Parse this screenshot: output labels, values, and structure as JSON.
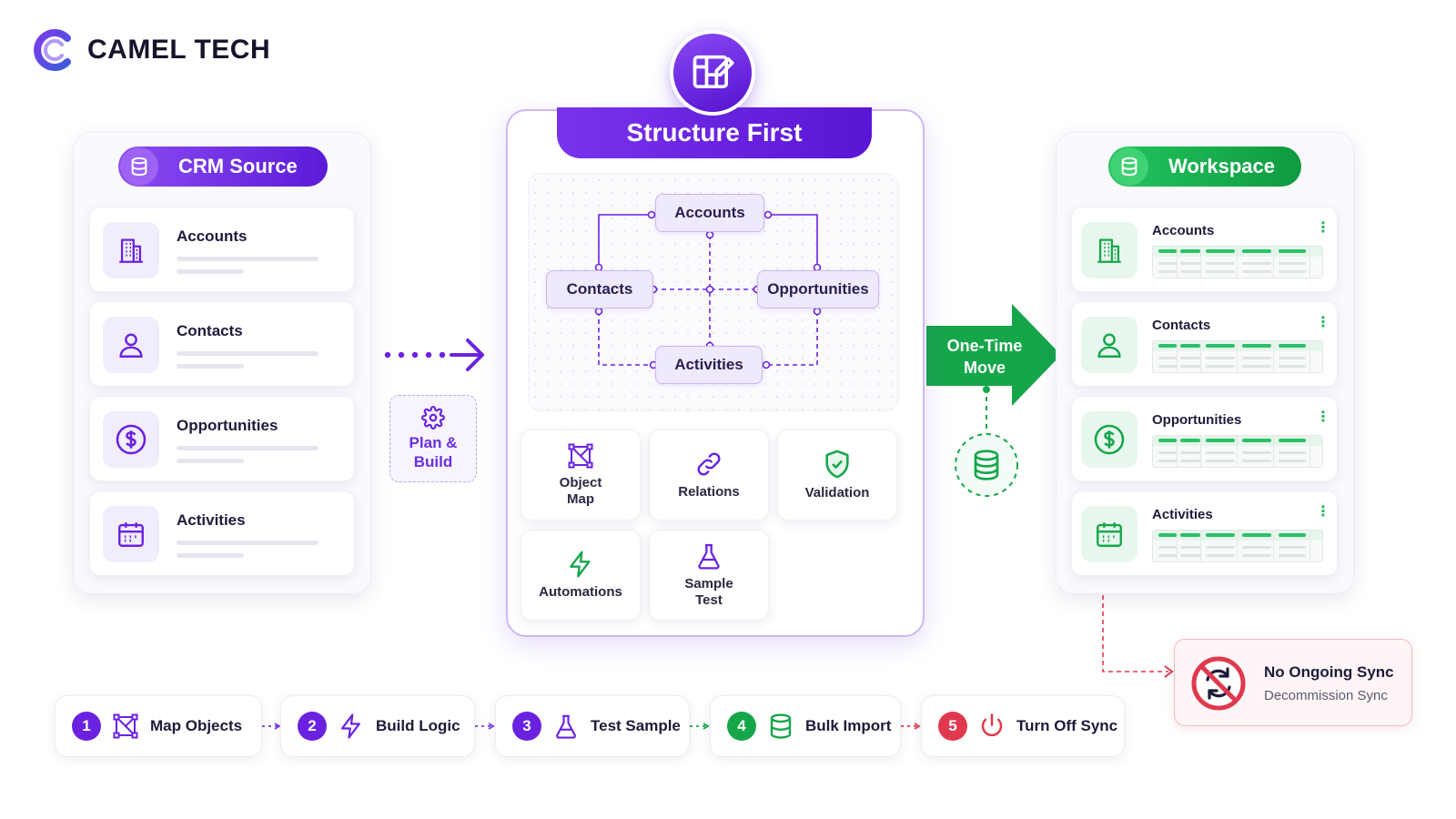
{
  "brand": {
    "name": "CAMEL TECH"
  },
  "colors": {
    "purple": "#6a22e0",
    "green": "#16a34a",
    "red": "#e0394f"
  },
  "crm_source": {
    "title": "CRM Source",
    "items": [
      {
        "label": "Accounts",
        "icon": "building-icon"
      },
      {
        "label": "Contacts",
        "icon": "person-icon"
      },
      {
        "label": "Opportunities",
        "icon": "dollar-icon"
      },
      {
        "label": "Activities",
        "icon": "calendar-icon"
      }
    ]
  },
  "plan_build": {
    "label_line1": "Plan &",
    "label_line2": "Build",
    "icon": "gear-icon"
  },
  "structure_first": {
    "title": "Structure First",
    "icon": "blueprint-icon",
    "nodes": {
      "accounts": "Accounts",
      "contacts": "Contacts",
      "opportunities": "Opportunities",
      "activities": "Activities"
    },
    "tools": [
      {
        "line1": "Object",
        "line2": "Map",
        "icon": "object-map-icon"
      },
      {
        "line1": "Relations",
        "line2": "",
        "icon": "link-icon"
      },
      {
        "line1": "Validation",
        "line2": "",
        "icon": "shield-check-icon"
      },
      {
        "line1": "Automations",
        "line2": "",
        "icon": "lightning-icon"
      },
      {
        "line1": "Sample",
        "line2": "Test",
        "icon": "flask-icon"
      }
    ]
  },
  "one_time_move": {
    "line1": "One-Time",
    "line2": "Move"
  },
  "workspace": {
    "title": "Workspace",
    "items": [
      {
        "label": "Accounts",
        "icon": "building-icon"
      },
      {
        "label": "Contacts",
        "icon": "person-icon"
      },
      {
        "label": "Opportunities",
        "icon": "dollar-icon"
      },
      {
        "label": "Activities",
        "icon": "calendar-icon"
      }
    ]
  },
  "no_sync": {
    "title": "No Ongoing Sync",
    "subtitle": "Decommission Sync",
    "icon": "no-sync-icon"
  },
  "steps": [
    {
      "num": "1",
      "label": "Map Objects",
      "icon": "object-map-icon"
    },
    {
      "num": "2",
      "label": "Build Logic",
      "icon": "lightning-icon"
    },
    {
      "num": "3",
      "label": "Test Sample",
      "icon": "flask-icon"
    },
    {
      "num": "4",
      "label": "Bulk Import",
      "icon": "database-icon"
    },
    {
      "num": "5",
      "label": "Turn Off Sync",
      "icon": "power-icon"
    }
  ]
}
